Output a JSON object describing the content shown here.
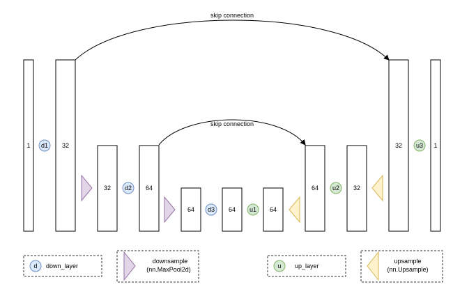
{
  "colors": {
    "down_node_fill": "#dae8fc",
    "down_node_stroke": "#6c8ebf",
    "up_node_fill": "#d5e8d4",
    "up_node_stroke": "#82b366",
    "downsample_fill": "#e1d5e7",
    "upsample_fill": "#fff2cc"
  },
  "layers": {
    "in": "1",
    "d1_out": "32",
    "d2_in": "32",
    "d2_out": "64",
    "d3_in": "64",
    "d3_out": "64",
    "u1_out": "64",
    "u2_in": "64",
    "u2_out": "32",
    "u3_in": "32",
    "out": "1"
  },
  "nodes": {
    "d1": "d1",
    "d2": "d2",
    "d3": "d3",
    "u1": "u1",
    "u2": "u2",
    "u3": "u3"
  },
  "skips": {
    "outer": "skip connection",
    "inner": "skip connection"
  },
  "legend": {
    "down_symbol": "d",
    "down_label": "down_layer",
    "downsample_line1": "downsample",
    "downsample_line2": "(nn.MaxPool2d)",
    "up_symbol": "u",
    "up_label": "up_layer",
    "upsample_line1": "upsample",
    "upsample_line2": "(nn.Upsample)"
  }
}
